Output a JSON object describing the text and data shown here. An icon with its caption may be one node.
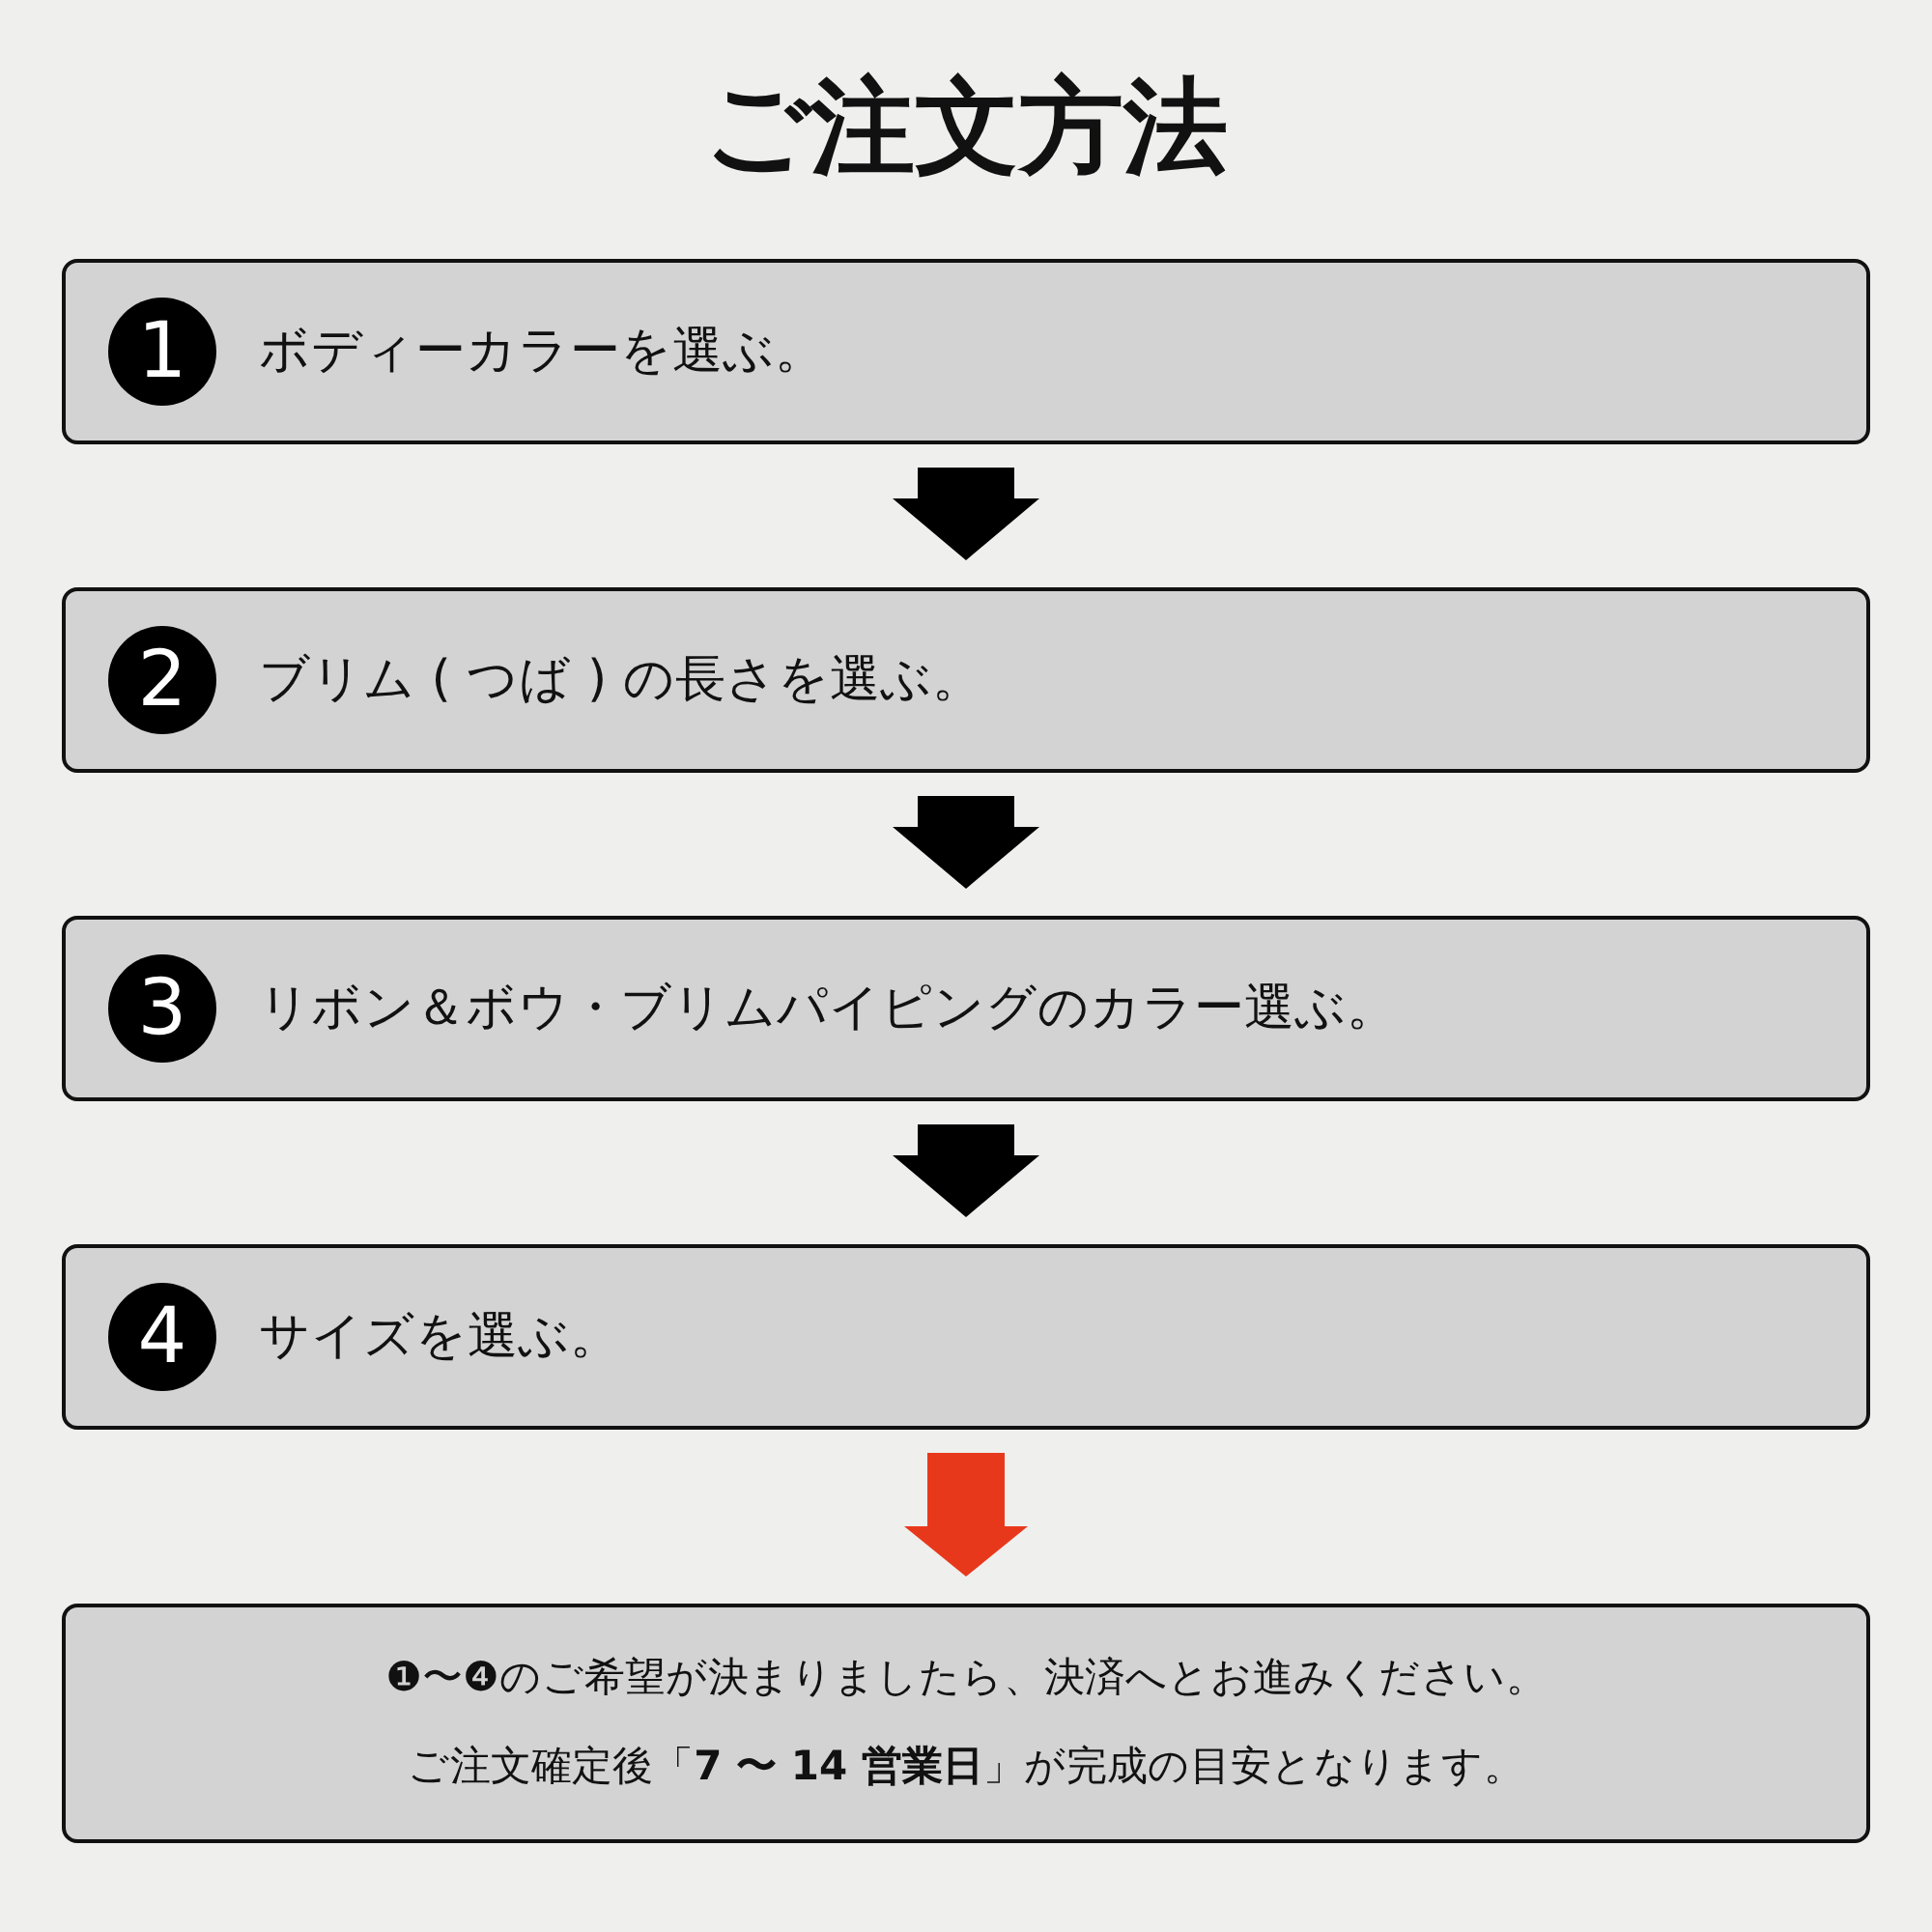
{
  "diagram": {
    "title": "ご注文方法",
    "nodes": [
      {
        "text": [
          "1",
          "ボディーカラーを選ぶ。"
        ]
      },
      {
        "text": [
          "2",
          "ブリム ( つば ) の長さを選ぶ。"
        ]
      },
      {
        "text": [
          "3",
          "リボン＆ボウ・ブリムパイピングのカラー選ぶ。"
        ]
      },
      {
        "text": [
          "4",
          "サイズを選ぶ。"
        ]
      },
      {
        "text": [
          "❶〜❹のご希望が決まりましたら、決済へとお進みください。",
          "ご注文確定後「**7 〜 14 営業日**」が完成の目安となります。"
        ]
      }
    ],
    "edges": [
      {
        "from": 0,
        "to": 1,
        "arrow": "to"
      },
      {
        "from": 1,
        "to": 2,
        "arrow": "to"
      },
      {
        "from": 2,
        "to": 3,
        "arrow": "to"
      },
      {
        "from": 3,
        "to": 4,
        "arrow": "to",
        "color": "#e8381b"
      }
    ]
  }
}
